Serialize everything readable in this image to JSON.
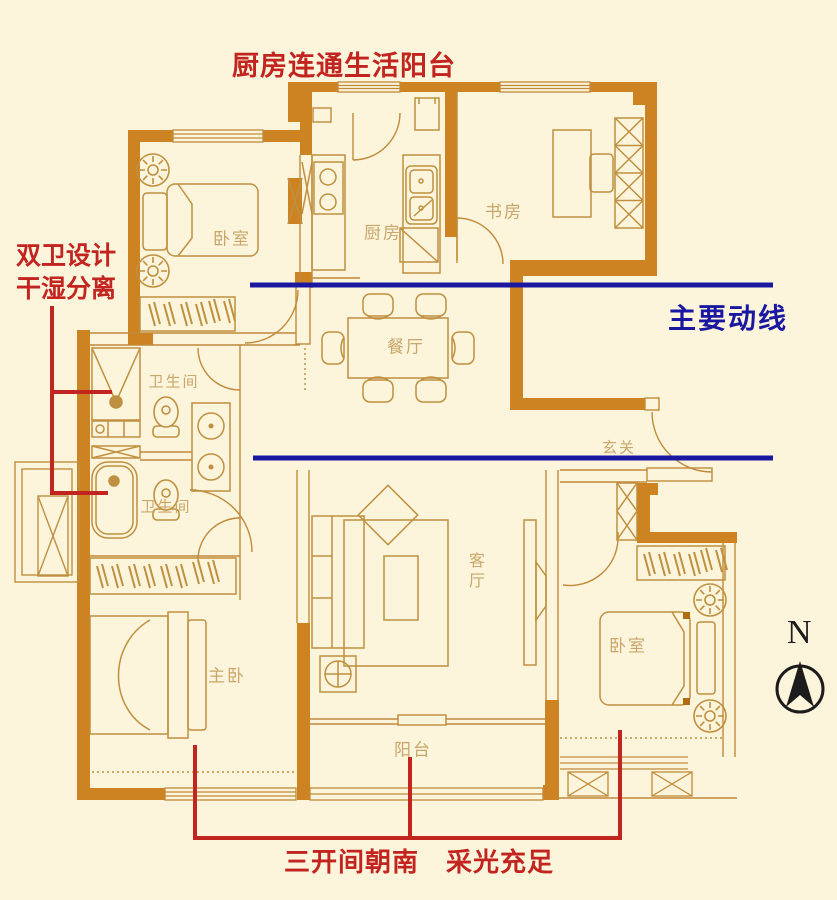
{
  "colors": {
    "background": "#fcf4db",
    "wall": "#ce8322",
    "furniture_line": "#bf9040",
    "room_label": "#c9a76b",
    "annotation_red": "#c22420",
    "annotation_blue": "#1a18a0",
    "compass_black": "#1c1c1c"
  },
  "annotations": {
    "kitchen_balcony_note": "厨房连通生活阳台",
    "dual_bath_note_line1": "双卫设计",
    "dual_bath_note_line2": "干湿分离",
    "main_circulation_label": "主要动线",
    "south_facing_note": "三开间朝南　采光充足",
    "compass_north": "N"
  },
  "rooms": {
    "bedroom_top_left": "卧室",
    "kitchen": "厨房",
    "study": "书房",
    "dining": "餐厅",
    "bathroom_upper": "卫生间",
    "bathroom_lower": "卫生间",
    "entry_hall": "玄关",
    "master_bedroom": "主卧",
    "living_room": "客厅",
    "balcony": "阳台",
    "bedroom_bottom_right": "卧室"
  }
}
